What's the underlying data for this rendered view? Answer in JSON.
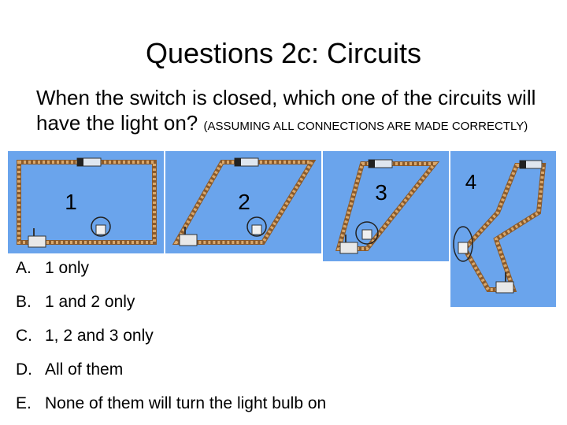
{
  "slide": {
    "title": "Questions 2c: Circuits",
    "question_main": "When the switch is closed, which one of the circuits will have the light on?",
    "question_note": "(ASSUMING ALL CONNECTIONS ARE MADE CORRECTLY)"
  },
  "circuits": [
    {
      "label": "1",
      "background": "#6aa4ec"
    },
    {
      "label": "2",
      "background": "#6aa4ec"
    },
    {
      "label": "3",
      "background": "#6aa4ec"
    },
    {
      "label": "4",
      "background": "#6aa4ec"
    }
  ],
  "answers": [
    {
      "letter": "A.",
      "text": "1 only"
    },
    {
      "letter": "B.",
      "text": "1 and 2 only"
    },
    {
      "letter": "C.",
      "text": "1, 2 and 3 only"
    },
    {
      "letter": "D.",
      "text": "All of them"
    },
    {
      "letter": "E.",
      "text": "None of them will turn the light bulb on"
    }
  ],
  "colors": {
    "wire": "#c8955a",
    "wire_dark": "#8a5a2b",
    "panel_bg": "#6aa4ec"
  }
}
